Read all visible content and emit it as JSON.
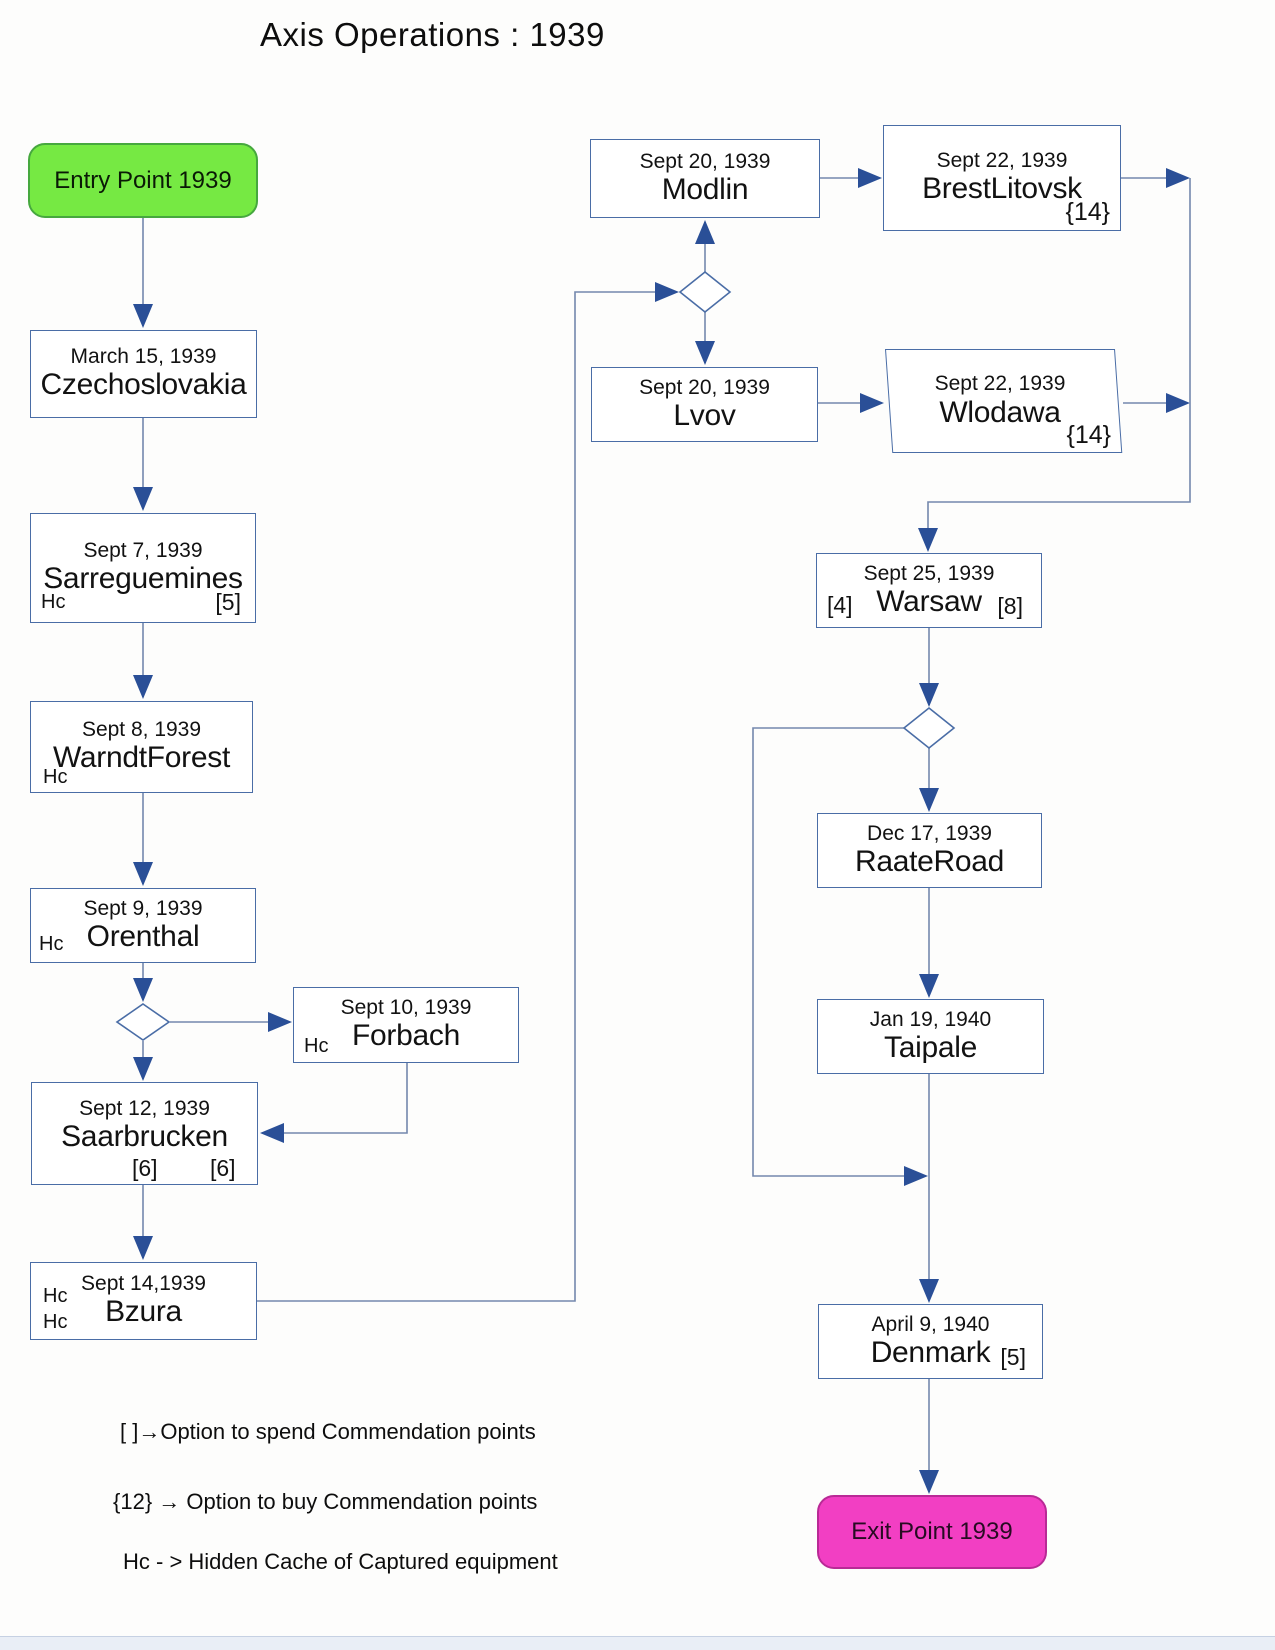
{
  "title": "Axis Operations : 1939",
  "terminals": {
    "entry": "Entry Point 1939",
    "exit": "Exit Point 1939"
  },
  "nodes": {
    "czechoslovakia": {
      "date": "March 15, 1939",
      "name": "Czechoslovakia"
    },
    "sarreguemines": {
      "date": "Sept 7, 1939",
      "name": "Sarreguemines",
      "hc": "Hc",
      "spend": "[5]"
    },
    "warndtforest": {
      "date": "Sept 8, 1939",
      "name": "WarndtForest",
      "hc": "Hc"
    },
    "orenthal": {
      "date": "Sept 9, 1939",
      "name": "Orenthal",
      "hc": "Hc"
    },
    "forbach": {
      "date": "Sept 10, 1939",
      "name": "Forbach",
      "hc": "Hc"
    },
    "saarbrucken": {
      "date": "Sept 12, 1939",
      "name": "Saarbrucken",
      "spend": "[6]",
      "spend2": "[6]"
    },
    "bzura": {
      "date": "Sept 14,1939",
      "name": "Bzura",
      "hc": "Hc",
      "hc2": "Hc"
    },
    "modlin": {
      "date": "Sept 20, 1939",
      "name": "Modlin"
    },
    "brestlitovsk": {
      "date": "Sept 22, 1939",
      "name": "BrestLitovsk",
      "buy": "{14}"
    },
    "lvov": {
      "date": "Sept 20, 1939",
      "name": "Lvov"
    },
    "wlodawa": {
      "date": "Sept 22, 1939",
      "name": "Wlodawa",
      "buy": "{14}"
    },
    "warsaw": {
      "date": "Sept 25, 1939",
      "name": "Warsaw",
      "spend": "[4]",
      "spend2": "[8]"
    },
    "raateroad": {
      "date": "Dec 17, 1939",
      "name": "RaateRoad"
    },
    "taipale": {
      "date": "Jan 19, 1940",
      "name": "Taipale"
    },
    "denmark": {
      "date": "April 9, 1940",
      "name": "Denmark",
      "spend": "[5]"
    }
  },
  "legend": {
    "spend": "[ ]→Option to spend Commendation points",
    "buy": "{12} → Option to buy Commendation points",
    "cache": "Hc - > Hidden Cache of Captured equipment"
  },
  "colors": {
    "entry_fill": "#76e943",
    "exit_fill": "#f23fc3",
    "box_border": "#4a6da6",
    "connector": "#7488ad",
    "arrowhead": "#2a4f97"
  }
}
